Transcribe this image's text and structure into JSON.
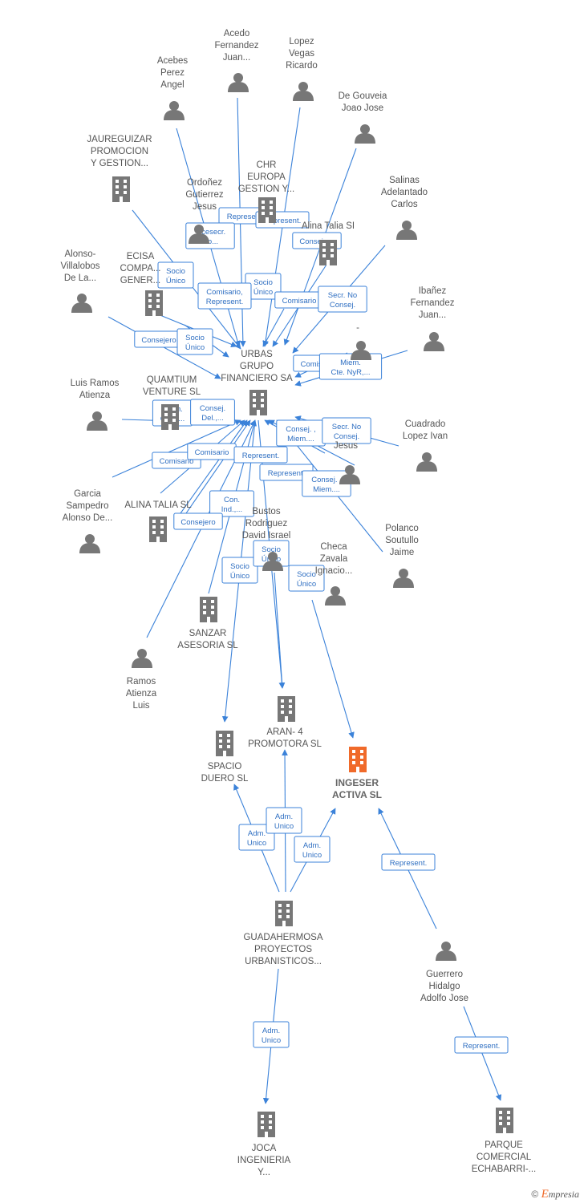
{
  "colors": {
    "edge": "#3b82d9",
    "node": "#777777",
    "focus": "#f06a2a"
  },
  "brand": {
    "copyright": "©",
    "initial": "E",
    "rest": "mpresia"
  },
  "nodes": {
    "acedo": {
      "kind": "person",
      "label": [
        "Acedo",
        "Fernandez",
        "Juan..."
      ]
    },
    "lopez": {
      "kind": "person",
      "label": [
        "Lopez",
        "Vegas",
        "Ricardo"
      ]
    },
    "acebes": {
      "kind": "person",
      "label": [
        "Acebes",
        "Perez",
        "Angel"
      ]
    },
    "degouveia": {
      "kind": "person",
      "label": [
        "De Gouveia",
        "Joao Jose"
      ]
    },
    "jaureguizar": {
      "kind": "company",
      "label": [
        "JAUREGUIZAR",
        "PROMOCION",
        "Y GESTION..."
      ]
    },
    "chr": {
      "kind": "company",
      "label": [
        "CHR",
        "EUROPA",
        "GESTION Y..."
      ]
    },
    "ordonez": {
      "kind": "person",
      "label": [
        "Ordoñez",
        "Gutierrez",
        "Jesus"
      ]
    },
    "salinas": {
      "kind": "person",
      "label": [
        "Salinas",
        "Adelantado",
        "Carlos"
      ]
    },
    "alinatalia1": {
      "kind": "company",
      "label": [
        "Alina Talia SI"
      ]
    },
    "alonso": {
      "kind": "person",
      "label": [
        "Alonso-",
        "Villalobos",
        "De La..."
      ]
    },
    "ecisa": {
      "kind": "company",
      "label": [
        "ECISA",
        "COMPA...",
        "GENER..."
      ]
    },
    "ibanez": {
      "kind": "person",
      "label": [
        "Ibañez",
        "Fernandez",
        "Juan..."
      ]
    },
    "dash": {
      "kind": "person",
      "label": [
        "-"
      ]
    },
    "urbas": {
      "kind": "company",
      "label": [
        "URBAS",
        "GRUPO",
        "FINANCIERO SA"
      ]
    },
    "luisramos": {
      "kind": "person",
      "label": [
        "Luis Ramos",
        "Atienza"
      ]
    },
    "quamtium": {
      "kind": "company",
      "label": [
        "QUAMTIUM",
        "VENTURE SL"
      ]
    },
    "cuadrado": {
      "kind": "person",
      "label": [
        "Cuadrado",
        "Lopez Ivan"
      ]
    },
    "hiddenjesus": {
      "kind": "person",
      "label": [
        "Jesus"
      ]
    },
    "garcia": {
      "kind": "person",
      "label": [
        "Garcia",
        "Sampedro",
        "Alonso De..."
      ]
    },
    "alinatalia2": {
      "kind": "company",
      "label": [
        "ALINA TALIA SL"
      ]
    },
    "bustos": {
      "kind": "person",
      "label": [
        "Bustos",
        "Rodriguez",
        "David Israel"
      ]
    },
    "polanco": {
      "kind": "person",
      "label": [
        "Polanco",
        "Soutullo",
        "Jaime"
      ]
    },
    "checa": {
      "kind": "person",
      "label": [
        "Checa",
        "Zavala",
        "Ignacio..."
      ]
    },
    "sanzar": {
      "kind": "company",
      "label": [
        "SANZAR",
        "ASESORIA SL"
      ]
    },
    "ramos": {
      "kind": "person",
      "label": [
        "Ramos",
        "Atienza",
        "Luis"
      ]
    },
    "aran": {
      "kind": "company",
      "label": [
        "ARAN- 4",
        "PROMOTORA SL"
      ]
    },
    "spacio": {
      "kind": "company",
      "label": [
        "SPACIO",
        "DUERO SL"
      ]
    },
    "ingeser": {
      "kind": "focus",
      "label": [
        "INGESER",
        "ACTIVA  SL"
      ]
    },
    "guadahermosa": {
      "kind": "company",
      "label": [
        "GUADAHERMOSA",
        "PROYECTOS",
        "URBANISTICOS..."
      ]
    },
    "guerrero": {
      "kind": "person",
      "label": [
        "Guerrero",
        "Hidalgo",
        "Adolfo Jose"
      ]
    },
    "joca": {
      "kind": "company",
      "label": [
        "JOCA",
        "INGENIERIA",
        "Y..."
      ]
    },
    "parque": {
      "kind": "company",
      "label": [
        "PARQUE",
        "COMERCIAL",
        "ECHABARRI-..."
      ]
    }
  },
  "edge_labels": [
    [
      "Represent."
    ],
    [
      "Represent."
    ],
    [
      "Vicesecr.",
      "No..."
    ],
    [
      "Consejero"
    ],
    [
      "Socio",
      "Único"
    ],
    [
      "Socio",
      "Único"
    ],
    [
      "Comisario,",
      "Represent."
    ],
    [
      "Comisario"
    ],
    [
      "Secr.  No",
      "Consej."
    ],
    [
      "Consejero"
    ],
    [
      "Socio",
      "Único"
    ],
    [
      "Comisario"
    ],
    [
      "Miem.",
      "Cte. NyR,..."
    ],
    [
      "Miem.",
      "Com...."
    ],
    [
      "Consej.",
      "Del.,..."
    ],
    [
      "Comisario"
    ],
    [
      "Comisario"
    ],
    [
      "Represent."
    ],
    [
      "Consej. ,",
      "Miem...."
    ],
    [
      "Secr.  No",
      "Consej."
    ],
    [
      "Represent."
    ],
    [
      "Consej. ,",
      "Miem...."
    ],
    [
      "Con.",
      "Ind.,..."
    ],
    [
      "Consejero"
    ],
    [
      "Socio",
      "Único"
    ],
    [
      "Socio",
      "Único"
    ],
    [
      "Socio",
      "Único"
    ],
    [
      "Adm.",
      "Unico"
    ],
    [
      "Adm.",
      "Unico"
    ],
    [
      "Adm.",
      "Unico"
    ],
    [
      "Represent."
    ],
    [
      "Adm.",
      "Unico"
    ],
    [
      "Represent."
    ]
  ]
}
